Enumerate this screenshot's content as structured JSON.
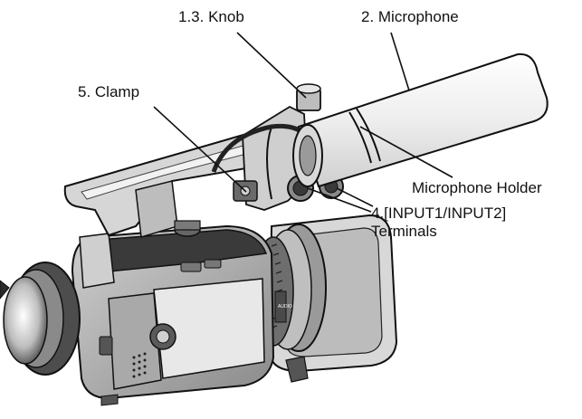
{
  "callouts": {
    "knob": "1.3. Knob",
    "microphone": "2. Microphone",
    "clamp": "5. Clamp",
    "holder": "Microphone Holder",
    "input_line1": "4.[INPUT1/INPUT2]",
    "input_line2": "Terminals"
  },
  "small_text": {
    "audio": "AUDIO"
  },
  "colors": {
    "line": "#111111",
    "body_fill": "#e6e6e6",
    "body_dark": "#3a3a3a",
    "background": "#ffffff"
  }
}
